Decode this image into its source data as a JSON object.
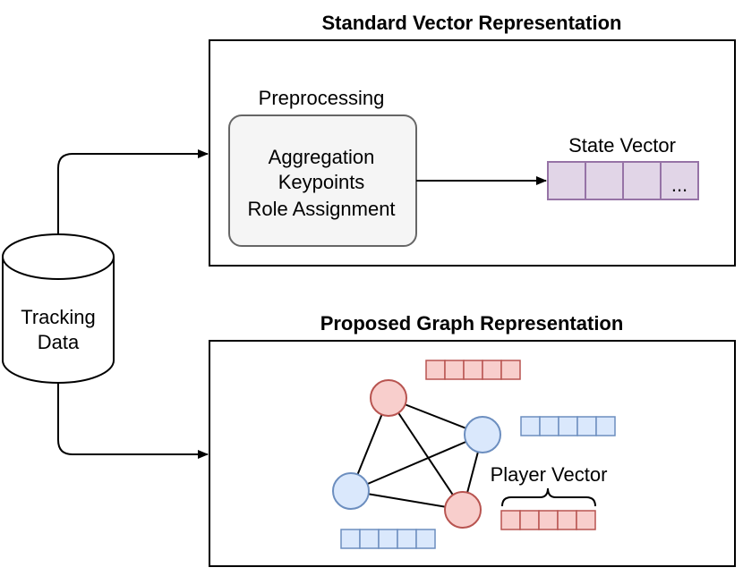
{
  "vector_panel": {
    "title": "Standard Vector Representation",
    "preprocessing_label": "Preprocessing",
    "preprocessing_lines": [
      "Aggregation",
      "Keypoints",
      "Role Assignment"
    ],
    "state_vector_label": "State Vector",
    "state_vector_ellipsis": "..."
  },
  "graph_panel": {
    "title": "Proposed Graph Representation",
    "player_vector_label": "Player Vector"
  },
  "source": {
    "line1": "Tracking",
    "line2": "Data"
  },
  "colors": {
    "red_fill": "#f8cecc",
    "red_stroke": "#b85450",
    "blue_fill": "#dae8fc",
    "blue_stroke": "#6c8ebf",
    "purple_fill": "#e1d5e7",
    "purple_stroke": "#9673a6",
    "gray_fill": "#f5f5f5",
    "gray_stroke": "#666666"
  }
}
